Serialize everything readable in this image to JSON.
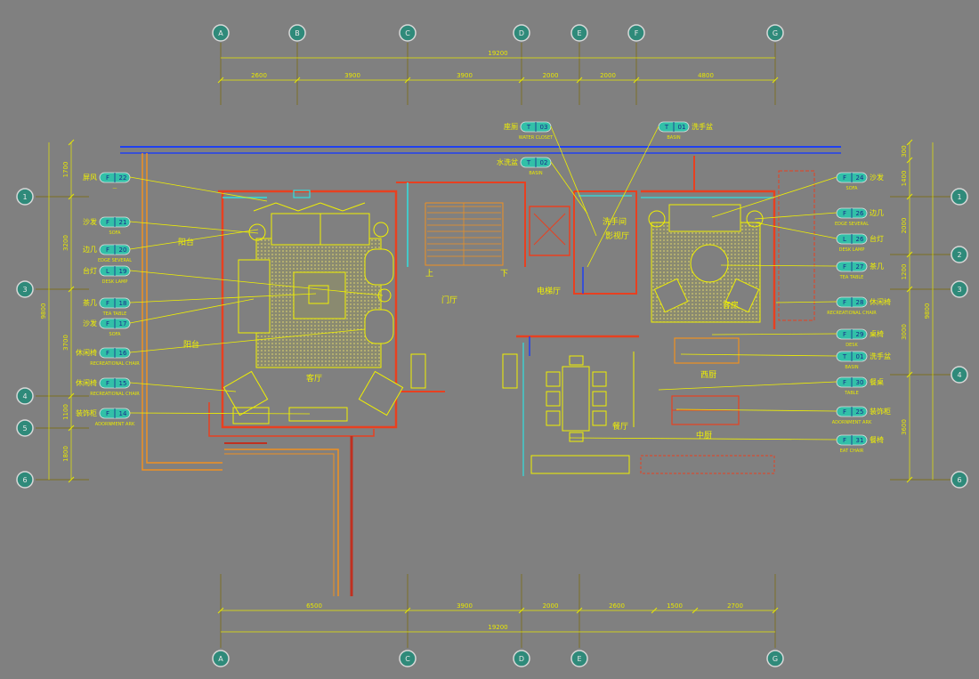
{
  "colors": {
    "background": "#808080",
    "axis_line": "#7a6a00",
    "bubble_fill": "#2f8a7a",
    "bubble_ring": "#d8d8d8",
    "dimension": "#e8e800",
    "tag_fill": "#32c0a8",
    "tag_text": "#1a2a8a",
    "leader": "#f0f000",
    "wall_red": "#e84020",
    "wall_orange": "#f09020",
    "wall_blue": "#2040f0",
    "wall_cyan": "#30e0e0",
    "furniture": "#f0f000",
    "hatch": "#c8c060",
    "room_label": "#f0f000"
  },
  "axes": {
    "top": [
      "A",
      "B",
      "C",
      "D",
      "E",
      "F",
      "G"
    ],
    "bottom": [
      "A",
      "C",
      "D",
      "E",
      "G"
    ],
    "left": [
      "1",
      "3",
      "4",
      "5",
      "6"
    ],
    "right": [
      "1",
      "2",
      "3",
      "4",
      "6"
    ]
  },
  "dimensions": {
    "top_total": "19200",
    "top_segments": [
      "2600",
      "3900",
      "3900",
      "2000",
      "2000",
      "4800"
    ],
    "bottom_total": "19200",
    "bottom_segments": [
      "6500",
      "3900",
      "2000",
      "2600",
      "1500",
      "2700"
    ],
    "left_total": "9800",
    "left_segments": [
      "1700",
      "3200",
      "3700",
      "1100",
      "1800"
    ],
    "right_total": "9800",
    "right_segments": [
      "300",
      "1400",
      "2000",
      "1200",
      "3000",
      "3600"
    ]
  },
  "rooms": {
    "living": "客厅",
    "foyer": "门厅",
    "elevator_hall": "电梯厅",
    "dining": "餐厅",
    "kitchen": "中厨",
    "western_kitchen": "西厨",
    "bedroom_upper": "影视厅",
    "bedroom_lower": "客房",
    "balcony_1": "阳台",
    "balcony_2": "阳台",
    "washroom": "洗手间",
    "stair_up": "上",
    "stair_down": "下"
  },
  "tags_left": [
    {
      "cn": "屏风",
      "code1": "F",
      "code2": "22",
      "en": "—"
    },
    {
      "cn": "沙发",
      "code1": "F",
      "code2": "21",
      "en": "SOFA"
    },
    {
      "cn": "边几",
      "code1": "F",
      "code2": "20",
      "en": "EDGE SEVERAL"
    },
    {
      "cn": "台灯",
      "code1": "L",
      "code2": "19",
      "en": "DESK LAMP"
    },
    {
      "cn": "茶几",
      "code1": "F",
      "code2": "18",
      "en": "TEA TABLE"
    },
    {
      "cn": "沙发",
      "code1": "F",
      "code2": "17",
      "en": "SOFA"
    },
    {
      "cn": "休闲椅",
      "code1": "F",
      "code2": "16",
      "en": "RECREATIONAL CHAIR"
    },
    {
      "cn": "休闲椅",
      "code1": "F",
      "code2": "15",
      "en": "RECREATIONAL CHAIR"
    },
    {
      "cn": "装饰柜",
      "code1": "F",
      "code2": "14",
      "en": "ADORNMENT ARK"
    }
  ],
  "tags_right": [
    {
      "cn": "沙发",
      "code1": "F",
      "code2": "24",
      "en": "SOFA"
    },
    {
      "cn": "边几",
      "code1": "F",
      "code2": "26",
      "en": "EDGE SEVERAL"
    },
    {
      "cn": "台灯",
      "code1": "L",
      "code2": "26",
      "en": "DESK LAMP"
    },
    {
      "cn": "茶几",
      "code1": "F",
      "code2": "27",
      "en": "TEA TABLE"
    },
    {
      "cn": "休闲椅",
      "code1": "F",
      "code2": "28",
      "en": "RECREATIONAL CHAIR"
    },
    {
      "cn": "桌椅",
      "code1": "F",
      "code2": "29",
      "en": "DESK"
    },
    {
      "cn": "洗手盆",
      "code1": "T",
      "code2": "01",
      "en": "BASIN"
    },
    {
      "cn": "餐桌",
      "code1": "F",
      "code2": "30",
      "en": "TABLE"
    },
    {
      "cn": "装饰柜",
      "code1": "F",
      "code2": "25",
      "en": "ADORNMENT ARK"
    },
    {
      "cn": "餐椅",
      "code1": "F",
      "code2": "31",
      "en": "EAT CHAIR"
    }
  ],
  "tags_top": [
    {
      "cn": "座厕",
      "code1": "T",
      "code2": "03",
      "en": "WATER CLOSET"
    },
    {
      "cn": "洗手盆",
      "code1": "T",
      "code2": "01",
      "en": "BASIN"
    },
    {
      "cn": "水洗盆",
      "code1": "T",
      "code2": "02",
      "en": "BASIN"
    }
  ]
}
